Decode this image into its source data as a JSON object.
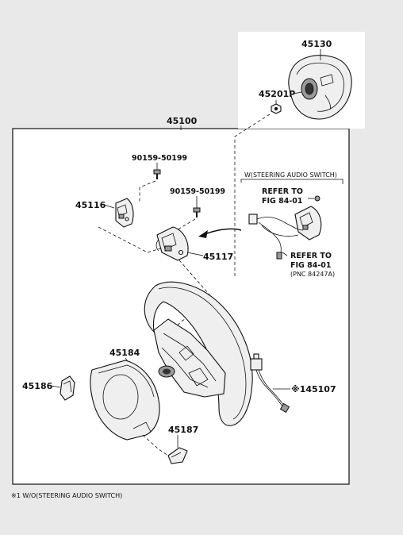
{
  "labels": {
    "assembly": "45100",
    "airbag": "45130",
    "airbag_bolt": "45201P",
    "bolt_left": "90159-50199",
    "bolt_right": "90159-50199",
    "switch_left": "45116",
    "switch_right": "45117",
    "cover": "45184",
    "cover_left": "45186",
    "cover_lower": "45187",
    "wire": "※145107"
  },
  "inset": {
    "title": "W(STEERING AUDIO SWITCH)",
    "refer1_line1": "REFER TO",
    "refer1_line2": "FIG 84-01",
    "refer2_line1": "REFER TO",
    "refer2_line2": "FIG 84-01",
    "pnc": "(PNC 84247A)"
  },
  "footnote": "※1 W/O(STEERING AUDIO SWITCH)",
  "colors": {
    "background": "#e9e9e9",
    "frame": "#ffffff",
    "ink": "#111111"
  }
}
